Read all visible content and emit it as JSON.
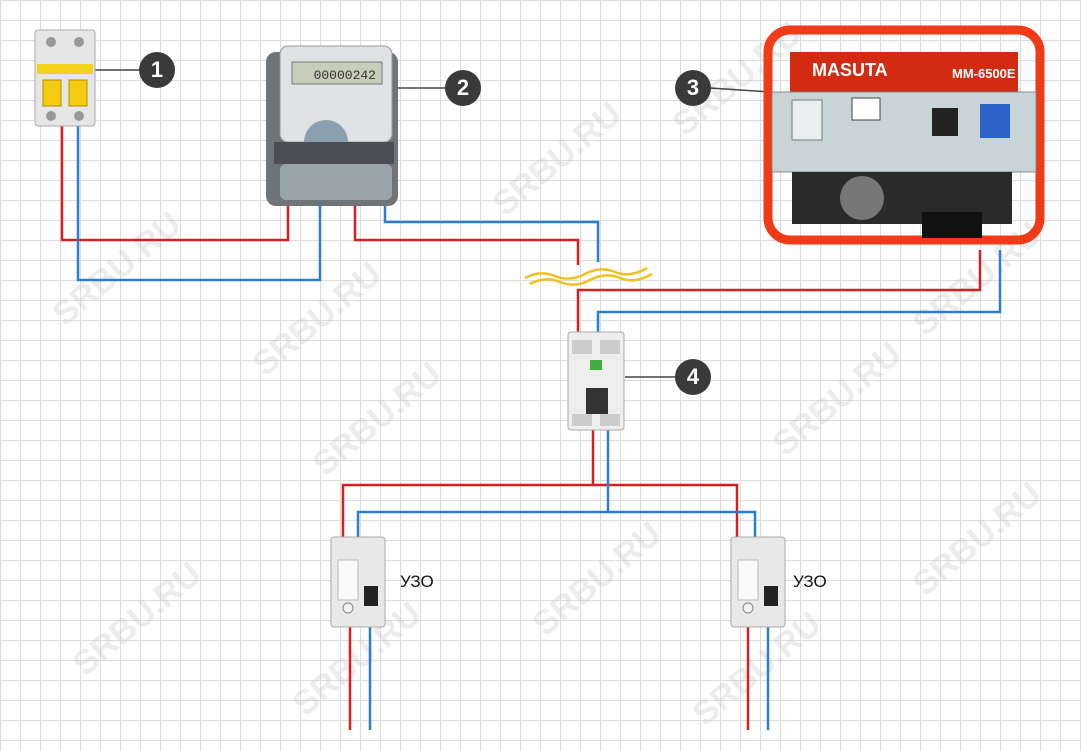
{
  "markers": [
    "1",
    "2",
    "3",
    "4"
  ],
  "uzo_labels": [
    "УЗО",
    "УЗО"
  ],
  "generator": {
    "brand": "MASUTA",
    "model": "MM-6500E"
  },
  "meter": {
    "reading": "00000242"
  },
  "watermark": "SRBU.RU",
  "colors": {
    "phase": "#d42020",
    "neutral": "#2a7fd0",
    "break_mark": "#f0c020",
    "marker": "#3a3a3a"
  }
}
